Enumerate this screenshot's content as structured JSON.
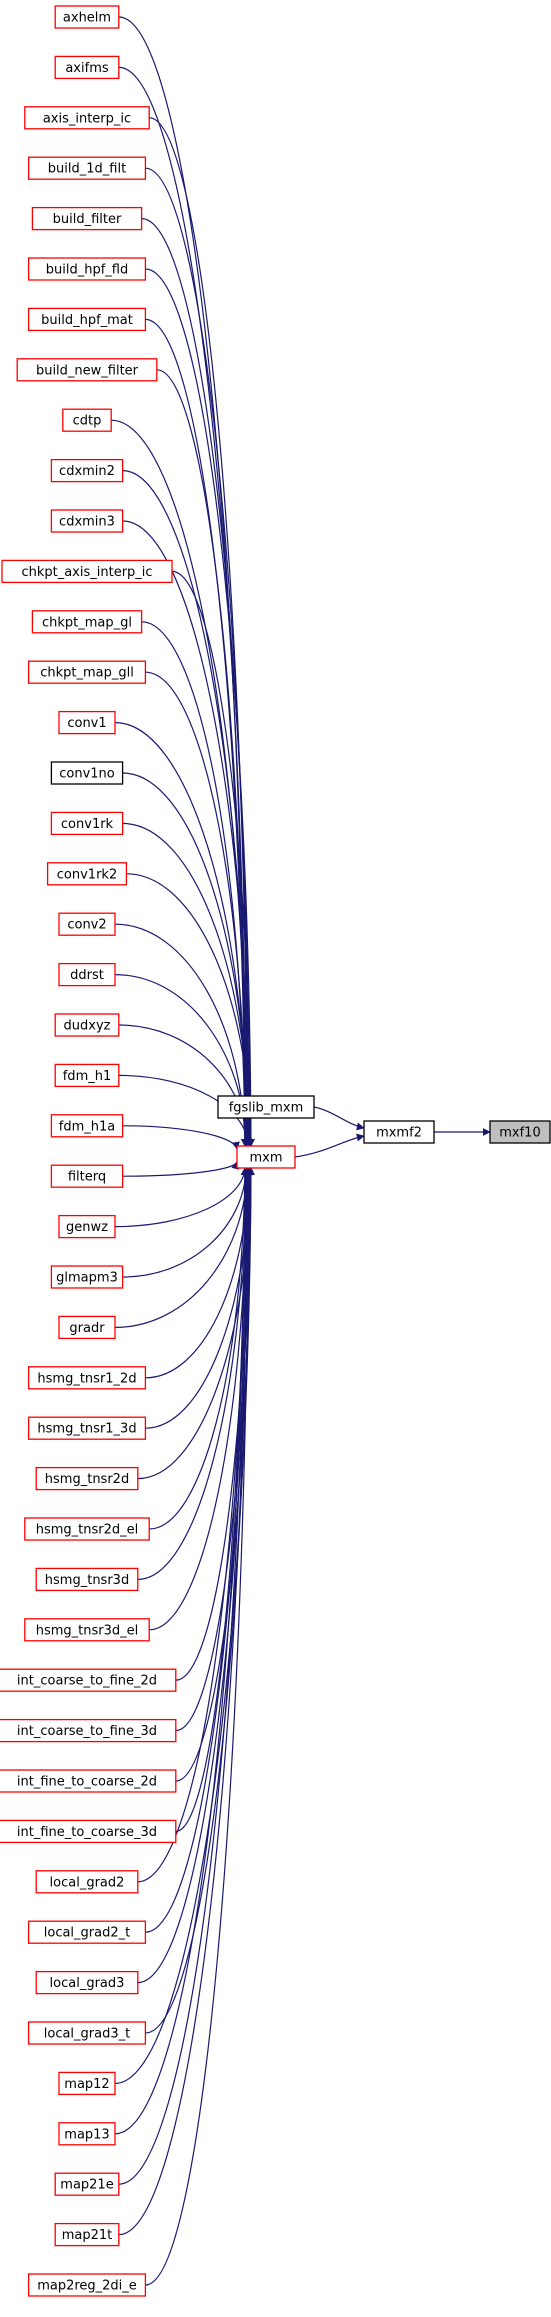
{
  "graph": {
    "root": {
      "label": "mxf10",
      "fill": "#bfbfbf",
      "stroke": "#000000"
    },
    "hub": {
      "label": "mxmf2",
      "fill": "#ffffff",
      "stroke": "#000000"
    },
    "mid": [
      {
        "label": "fgslib_mxm",
        "stroke": "#000000"
      },
      {
        "label": "mxm",
        "stroke": "#ff0000"
      }
    ],
    "callers": [
      {
        "label": "axhelm",
        "stroke": "#ff0000"
      },
      {
        "label": "axifms",
        "stroke": "#ff0000"
      },
      {
        "label": "axis_interp_ic",
        "stroke": "#ff0000"
      },
      {
        "label": "build_1d_filt",
        "stroke": "#ff0000"
      },
      {
        "label": "build_filter",
        "stroke": "#ff0000"
      },
      {
        "label": "build_hpf_fld",
        "stroke": "#ff0000"
      },
      {
        "label": "build_hpf_mat",
        "stroke": "#ff0000"
      },
      {
        "label": "build_new_filter",
        "stroke": "#ff0000"
      },
      {
        "label": "cdtp",
        "stroke": "#ff0000"
      },
      {
        "label": "cdxmin2",
        "stroke": "#ff0000"
      },
      {
        "label": "cdxmin3",
        "stroke": "#ff0000"
      },
      {
        "label": "chkpt_axis_interp_ic",
        "stroke": "#ff0000"
      },
      {
        "label": "chkpt_map_gl",
        "stroke": "#ff0000"
      },
      {
        "label": "chkpt_map_gll",
        "stroke": "#ff0000"
      },
      {
        "label": "conv1",
        "stroke": "#ff0000"
      },
      {
        "label": "conv1no",
        "stroke": "#000000"
      },
      {
        "label": "conv1rk",
        "stroke": "#ff0000"
      },
      {
        "label": "conv1rk2",
        "stroke": "#ff0000"
      },
      {
        "label": "conv2",
        "stroke": "#ff0000"
      },
      {
        "label": "ddrst",
        "stroke": "#ff0000"
      },
      {
        "label": "dudxyz",
        "stroke": "#ff0000"
      },
      {
        "label": "fdm_h1",
        "stroke": "#ff0000"
      },
      {
        "label": "fdm_h1a",
        "stroke": "#ff0000"
      },
      {
        "label": "filterq",
        "stroke": "#ff0000"
      },
      {
        "label": "genwz",
        "stroke": "#ff0000"
      },
      {
        "label": "glmapm3",
        "stroke": "#ff0000"
      },
      {
        "label": "gradr",
        "stroke": "#ff0000"
      },
      {
        "label": "hsmg_tnsr1_2d",
        "stroke": "#ff0000"
      },
      {
        "label": "hsmg_tnsr1_3d",
        "stroke": "#ff0000"
      },
      {
        "label": "hsmg_tnsr2d",
        "stroke": "#ff0000"
      },
      {
        "label": "hsmg_tnsr2d_el",
        "stroke": "#ff0000"
      },
      {
        "label": "hsmg_tnsr3d",
        "stroke": "#ff0000"
      },
      {
        "label": "hsmg_tnsr3d_el",
        "stroke": "#ff0000"
      },
      {
        "label": "int_coarse_to_fine_2d",
        "stroke": "#ff0000"
      },
      {
        "label": "int_coarse_to_fine_3d",
        "stroke": "#ff0000"
      },
      {
        "label": "int_fine_to_coarse_2d",
        "stroke": "#ff0000"
      },
      {
        "label": "int_fine_to_coarse_3d",
        "stroke": "#ff0000"
      },
      {
        "label": "local_grad2",
        "stroke": "#ff0000"
      },
      {
        "label": "local_grad2_t",
        "stroke": "#ff0000"
      },
      {
        "label": "local_grad3",
        "stroke": "#ff0000"
      },
      {
        "label": "local_grad3_t",
        "stroke": "#ff0000"
      },
      {
        "label": "map12",
        "stroke": "#ff0000"
      },
      {
        "label": "map13",
        "stroke": "#ff0000"
      },
      {
        "label": "map21e",
        "stroke": "#ff0000"
      },
      {
        "label": "map21t",
        "stroke": "#ff0000"
      },
      {
        "label": "map2reg_2di_e",
        "stroke": "#ff0000"
      }
    ],
    "edge_color": "#191970"
  }
}
